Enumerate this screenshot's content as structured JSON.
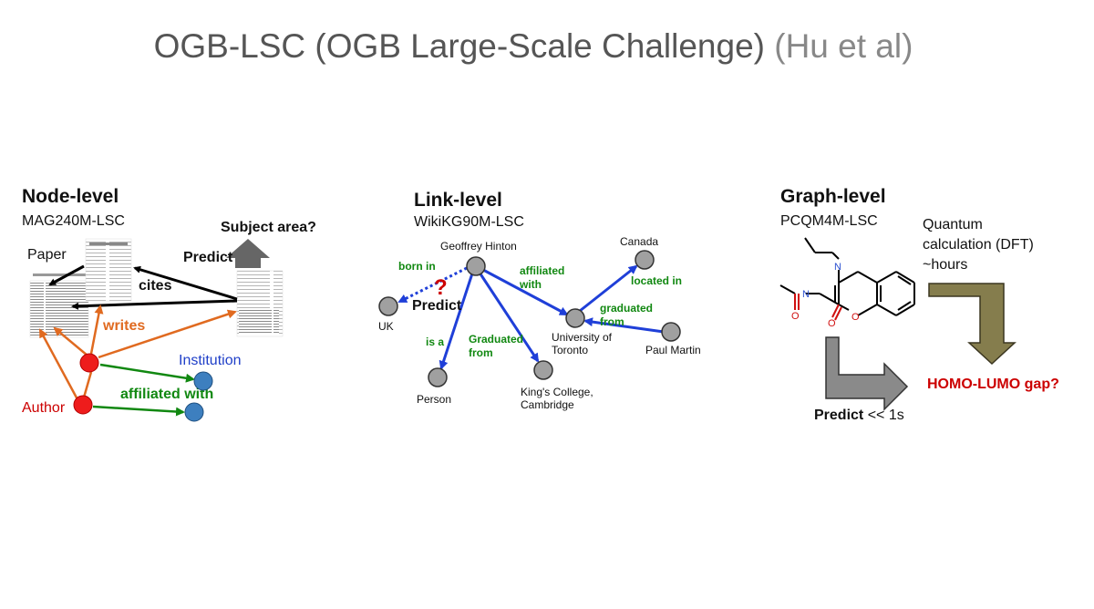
{
  "title": {
    "main": "OGB-LSC (OGB Large-Scale Challenge)",
    "citation": "(Hu et al)"
  },
  "node_level": {
    "heading": "Node-level",
    "dataset": "MAG240M-LSC",
    "predict": "Predict",
    "question": "Subject area?",
    "paper": "Paper",
    "cites": "cites",
    "writes": "writes",
    "institution": "Institution",
    "author": "Author",
    "affiliated": "affiliated with",
    "colors": {
      "author": "#cc0000",
      "institution": "#1f3fc8",
      "writes": "#e06a20",
      "affiliated": "#118811",
      "paper_node_red": "#ee1c1c",
      "inst_node": "#3d7fbf"
    }
  },
  "link_level": {
    "heading": "Link-level",
    "dataset": "WikiKG90M-LSC",
    "nodes": {
      "hinton": "Geoffrey Hinton",
      "uk": "UK",
      "person": "Person",
      "kings": [
        "King's College,",
        "Cambridge"
      ],
      "toronto": [
        "University of",
        "Toronto"
      ],
      "canada": "Canada",
      "paul": "Paul Martin"
    },
    "edges": {
      "born_in": "born in",
      "affiliated_with": [
        "affiliated",
        "with"
      ],
      "is_a": "is a",
      "graduated_from_1": [
        "Graduated",
        "from"
      ],
      "located_in": "located in",
      "graduated_from_2": [
        "graduated",
        "from"
      ]
    },
    "predict": "Predict",
    "question_mark": "?",
    "colors": {
      "edge": "#1f3fd8",
      "edge_label": "#118811",
      "node": "#a0a0a0",
      "question": "#cc0000"
    }
  },
  "graph_level": {
    "heading": "Graph-level",
    "dataset": "PCQM4M-LSC",
    "quantum": [
      "Quantum",
      "calculation (DFT)",
      "~hours"
    ],
    "target": "HOMO-LUMO gap?",
    "predict": "Predict",
    "predict_time": " << 1s",
    "atoms": {
      "nitrogen": "N",
      "oxygen": "O"
    },
    "colors": {
      "target": "#cc0000",
      "dft_arrow": "#857d4d",
      "predict_arrow": "#8a8a8a",
      "nitrogen": "#2a4fd0",
      "oxygen": "#d01010"
    }
  }
}
